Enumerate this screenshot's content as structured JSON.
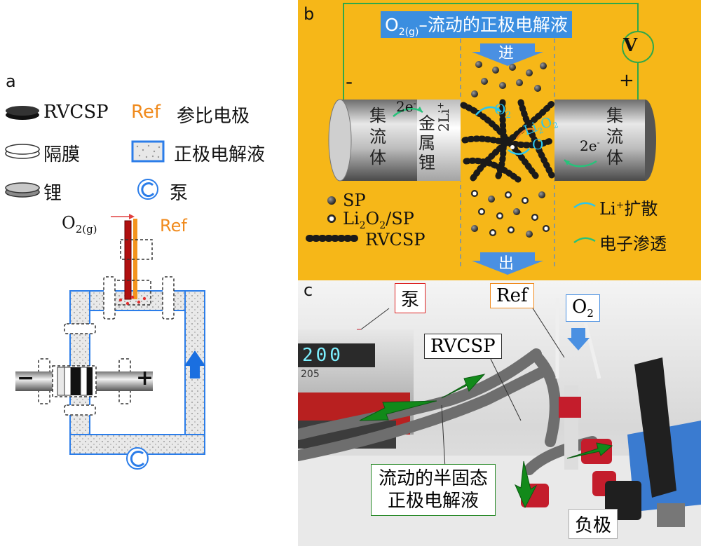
{
  "panel_a": {
    "letter": "a",
    "legend": [
      {
        "id": "rvcsp",
        "text": "RVCSP"
      },
      {
        "id": "separator",
        "text": "隔膜"
      },
      {
        "id": "lithium",
        "text": "锂"
      },
      {
        "id": "ref_prefix",
        "text": "Ref"
      },
      {
        "id": "ref",
        "text": "参比电极"
      },
      {
        "id": "catholyte",
        "text": "正极电解液"
      },
      {
        "id": "pump",
        "text": "泵"
      }
    ],
    "o2_label": "O",
    "o2_sub": "2(g)",
    "ref_label": "Ref",
    "minus": "−",
    "plus": "+"
  },
  "panel_b": {
    "letter": "b",
    "title_main": "O",
    "title_sub": "2(g)",
    "title_rest": "–流动的正极电解液",
    "inlet": "进",
    "outlet": "出",
    "voltmeter": "V",
    "minus": "-",
    "plus": "+",
    "left_collector": [
      "集",
      "流",
      "体"
    ],
    "right_collector": [
      "集",
      "流",
      "体"
    ],
    "lithium_metal": [
      "金",
      "属",
      "锂"
    ],
    "two_li_plus": "2Li",
    "two_li_sup": "+",
    "electrons_left": "2e",
    "electrons_right": "2e",
    "electron_sup": "-",
    "o2_reactant": "O",
    "o2_reactant_sub": "2",
    "li2o2_product": "Li",
    "li2o2_sub1": "2",
    "li2o2_mid": "O",
    "li2o2_sub2": "2",
    "o_letter": "O",
    "legend": {
      "sp": "SP",
      "li2o2sp_a": "Li",
      "li2o2sp_sub1": "2",
      "li2o2sp_b": "O",
      "li2o2sp_sub2": "2",
      "li2o2sp_c": "/SP",
      "rvcsp": "RVCSP",
      "li_diffusion_a": "Li",
      "li_diffusion_sup": "+",
      "li_diffusion_b": "扩散",
      "electron_percolation": "电子渗透"
    }
  },
  "panel_c": {
    "letter": "c",
    "pump": "泵",
    "ref": "Ref",
    "o2": "O",
    "o2_sub": "2",
    "rvcsp": "RVCSP",
    "flow_line1": "流动的半固态",
    "flow_line2": "正极电解液",
    "anode": "负极",
    "pump_display": "200",
    "pump_model": "205"
  }
}
